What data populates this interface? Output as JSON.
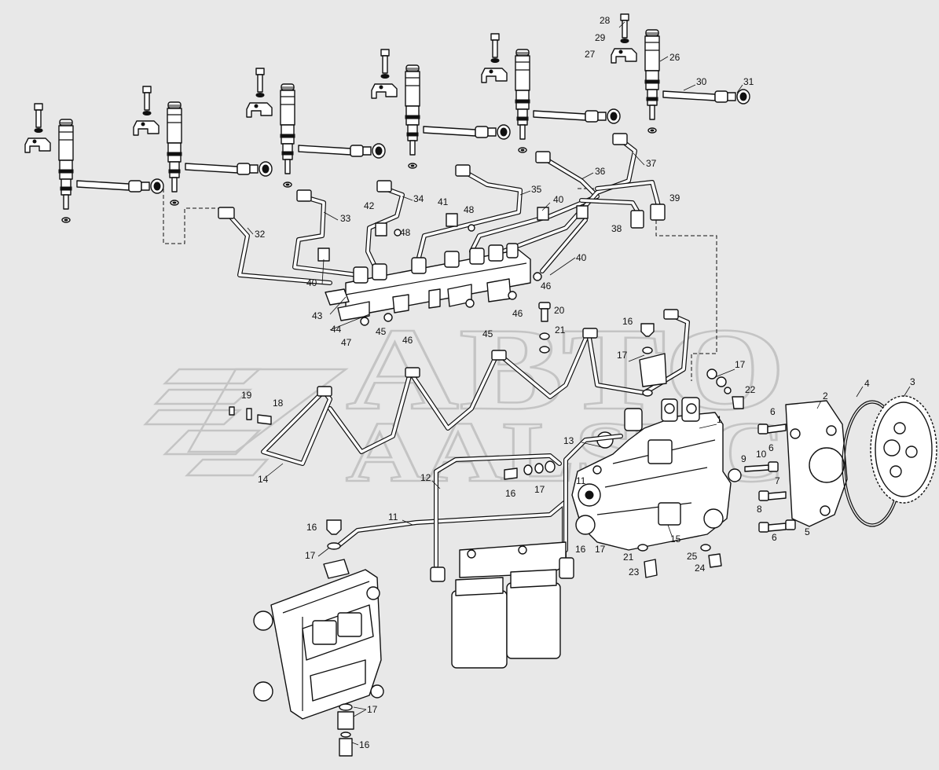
{
  "watermark": {
    "line1": "АВТО",
    "line2": "AALSTC"
  },
  "callouts": [
    {
      "id": "c28",
      "text": "28"
    },
    {
      "id": "c29",
      "text": "29"
    },
    {
      "id": "c27",
      "text": "27"
    },
    {
      "id": "c26",
      "text": "26"
    },
    {
      "id": "c30",
      "text": "30"
    },
    {
      "id": "c31",
      "text": "31"
    },
    {
      "id": "c37",
      "text": "37"
    },
    {
      "id": "c36",
      "text": "36"
    },
    {
      "id": "c35",
      "text": "35"
    },
    {
      "id": "c34",
      "text": "34"
    },
    {
      "id": "c33",
      "text": "33"
    },
    {
      "id": "c32",
      "text": "32"
    },
    {
      "id": "c42",
      "text": "42"
    },
    {
      "id": "c41",
      "text": "41"
    },
    {
      "id": "c48a",
      "text": "48"
    },
    {
      "id": "c48b",
      "text": "48"
    },
    {
      "id": "c40a",
      "text": "40"
    },
    {
      "id": "c40b",
      "text": "40"
    },
    {
      "id": "c40c",
      "text": "40"
    },
    {
      "id": "c38",
      "text": "38"
    },
    {
      "id": "c39",
      "text": "39"
    },
    {
      "id": "c43",
      "text": "43"
    },
    {
      "id": "c44",
      "text": "44"
    },
    {
      "id": "c47",
      "text": "47"
    },
    {
      "id": "c45a",
      "text": "45"
    },
    {
      "id": "c46a",
      "text": "46"
    },
    {
      "id": "c45b",
      "text": "45"
    },
    {
      "id": "c46b",
      "text": "46"
    },
    {
      "id": "c46c",
      "text": "46"
    },
    {
      "id": "c20",
      "text": "20"
    },
    {
      "id": "c21a",
      "text": "21"
    },
    {
      "id": "c16a",
      "text": "16"
    },
    {
      "id": "c17a",
      "text": "17"
    },
    {
      "id": "c17b",
      "text": "17"
    },
    {
      "id": "c22",
      "text": "22"
    },
    {
      "id": "c19",
      "text": "19"
    },
    {
      "id": "c18",
      "text": "18"
    },
    {
      "id": "c14",
      "text": "14"
    },
    {
      "id": "c2",
      "text": "2"
    },
    {
      "id": "c4",
      "text": "4"
    },
    {
      "id": "c3",
      "text": "3"
    },
    {
      "id": "c6a",
      "text": "6"
    },
    {
      "id": "c1",
      "text": "1"
    },
    {
      "id": "c13",
      "text": "13"
    },
    {
      "id": "c9",
      "text": "9"
    },
    {
      "id": "c10",
      "text": "10"
    },
    {
      "id": "c6b",
      "text": "6"
    },
    {
      "id": "c12",
      "text": "12"
    },
    {
      "id": "c11a",
      "text": "11"
    },
    {
      "id": "c16b",
      "text": "16"
    },
    {
      "id": "c17c",
      "text": "17"
    },
    {
      "id": "c7",
      "text": "7"
    },
    {
      "id": "c8",
      "text": "8"
    },
    {
      "id": "c11b",
      "text": "11"
    },
    {
      "id": "c6c",
      "text": "6"
    },
    {
      "id": "c5",
      "text": "5"
    },
    {
      "id": "c16c",
      "text": "16"
    },
    {
      "id": "c17d",
      "text": "17"
    },
    {
      "id": "c15",
      "text": "15"
    },
    {
      "id": "c16d",
      "text": "16"
    },
    {
      "id": "c17e",
      "text": "17"
    },
    {
      "id": "c21b",
      "text": "21"
    },
    {
      "id": "c23",
      "text": "23"
    },
    {
      "id": "c25",
      "text": "25"
    },
    {
      "id": "c24",
      "text": "24"
    },
    {
      "id": "c17f",
      "text": "17"
    },
    {
      "id": "c16e",
      "text": "16"
    }
  ]
}
